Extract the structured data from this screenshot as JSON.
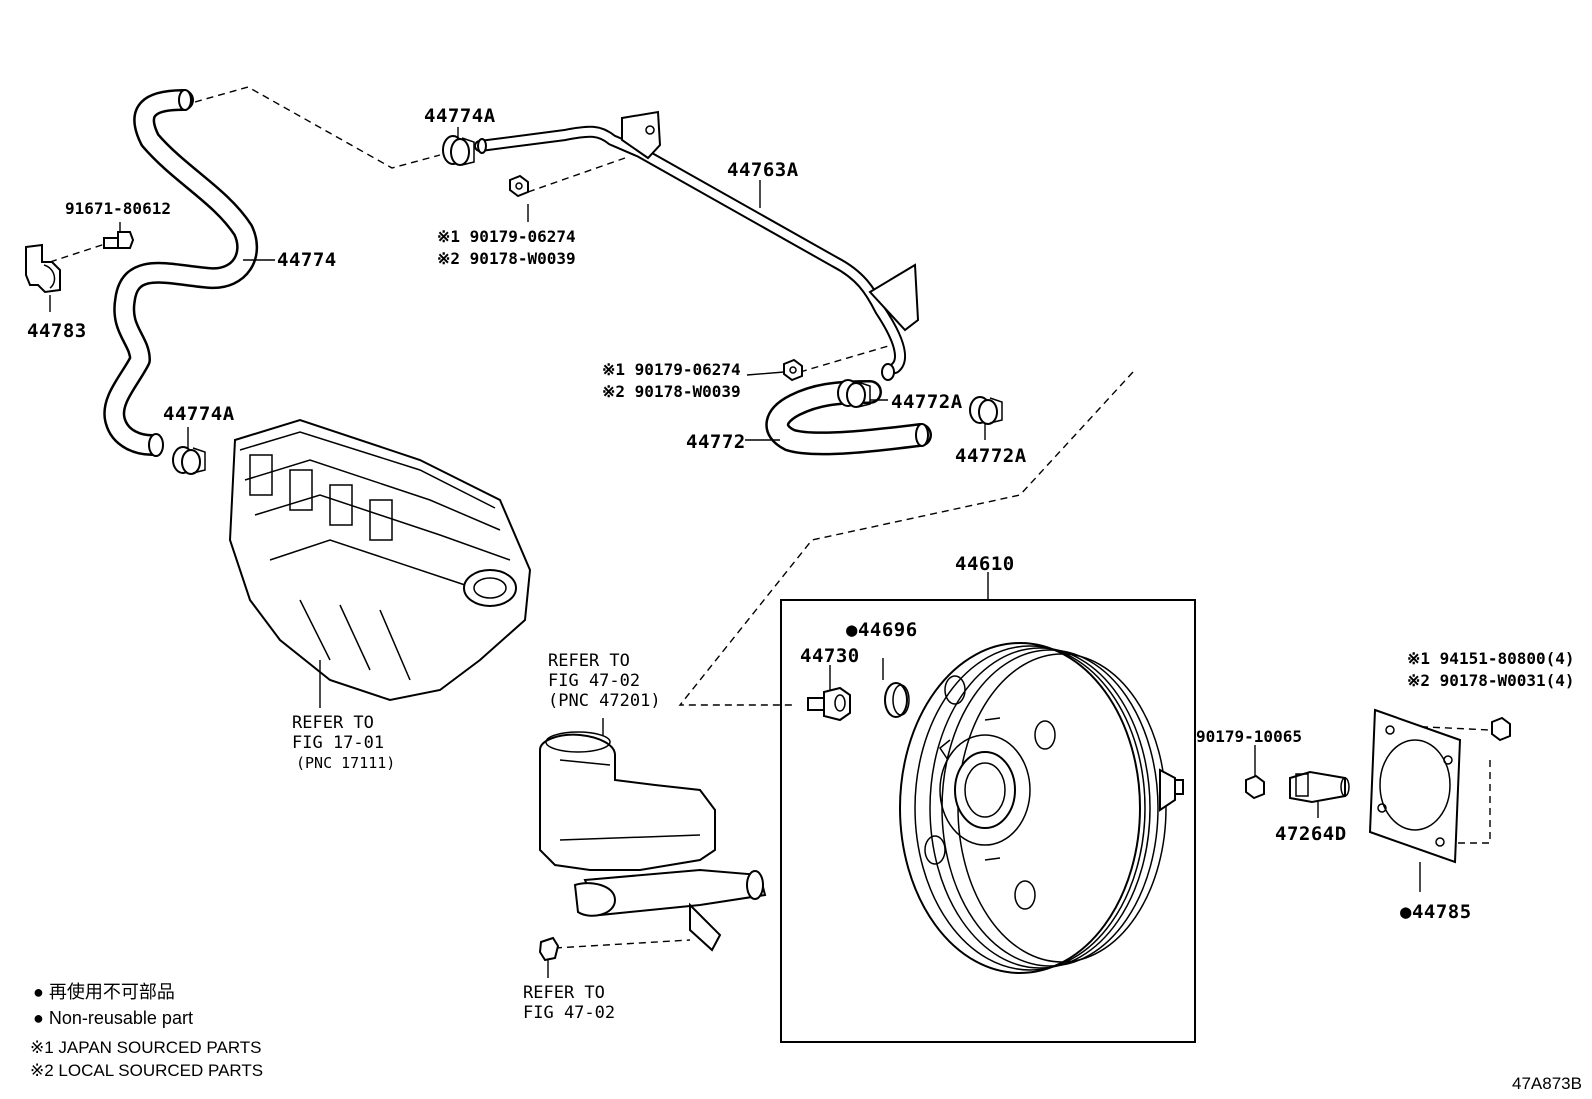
{
  "labels": {
    "p44774A_top": "44774A",
    "p44763A": "44763A",
    "p91671": "91671-80612",
    "p44774": "44774",
    "p44783": "44783",
    "p90179_top_1": "※1 90179-06274",
    "p90178_top_2": "※2 90178-W0039",
    "p90179_mid_1": "※1 90179-06274",
    "p90178_mid_2": "※2 90178-W0039",
    "p44774A_low": "44774A",
    "p44772A_a": "44772A",
    "p44772": "44772",
    "p44772A_b": "44772A",
    "p44610": "44610",
    "p44696": "●44696",
    "p44730": "44730",
    "p94151": "※1 94151-80800(4)",
    "p90178_right": "※2 90178-W0031(4)",
    "p90179_10065": "90179-10065",
    "p47264D": "47264D",
    "p44785": "●44785"
  },
  "refs": {
    "intake": [
      "REFER TO",
      "FIG 17-01",
      "(PNC 17111)"
    ],
    "master": [
      "REFER TO",
      "FIG 47-02",
      "(PNC 47201)"
    ],
    "cap": [
      "REFER TO",
      "FIG 47-02"
    ]
  },
  "legend": {
    "jp": "● 再使用不可部品",
    "en": "● Non-reusable part",
    "note1": "※1 JAPAN SOURCED PARTS",
    "note2": "※2 LOCAL SOURCED PARTS"
  },
  "figure_id": "47A873B"
}
